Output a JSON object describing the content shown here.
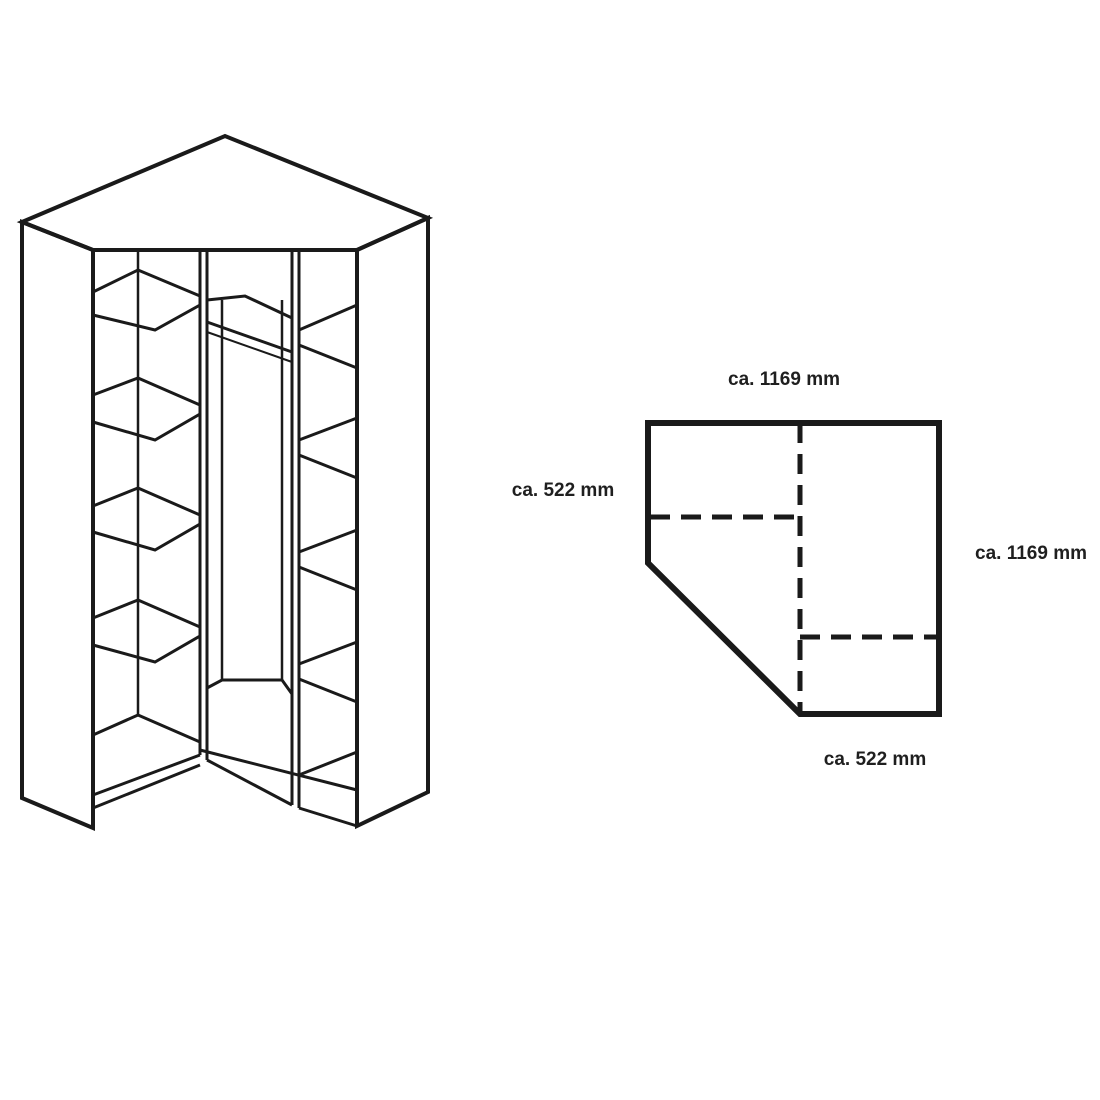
{
  "figure": {
    "kind": "corner-wardrobe",
    "line_color": "#1a1a1a",
    "background": "#ffffff"
  },
  "floor_plan": {
    "dimensions": {
      "top_width": "ca. 1169 mm",
      "left_depth": "ca. 522 mm",
      "right_depth": "ca. 1169 mm",
      "bottom_width": "ca. 522 mm"
    }
  }
}
